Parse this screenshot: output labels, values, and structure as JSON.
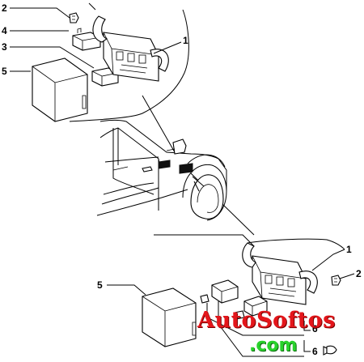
{
  "callouts": {
    "top_2": "2",
    "top_4": "4",
    "top_1": "1",
    "top_3": "3",
    "top_5": "5",
    "bottom_1": "1",
    "bottom_2": "2",
    "bottom_5": "5",
    "bottom_6a": "6",
    "bottom_6b": "6"
  },
  "watermark": {
    "brand": "AutoSoftos",
    "domain": ".com"
  }
}
